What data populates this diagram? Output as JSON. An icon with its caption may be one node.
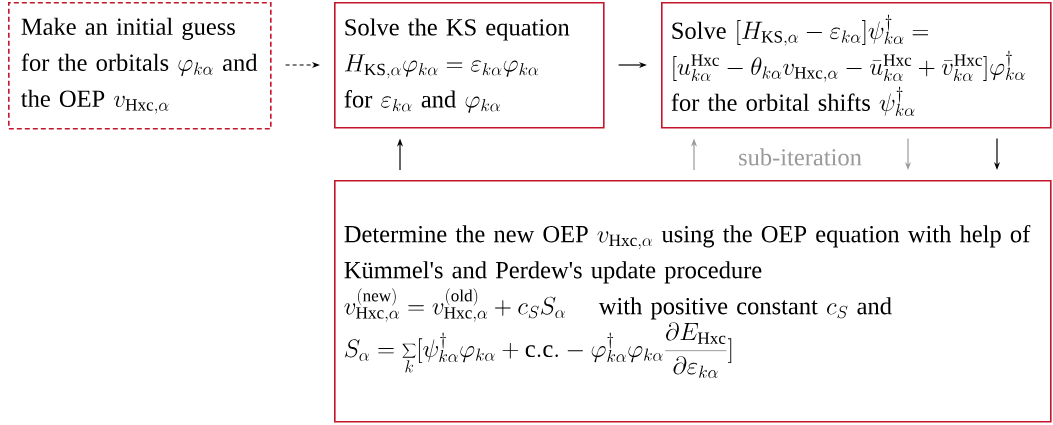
{
  "diagram": {
    "nodes": [
      {
        "text": [
          "Make an initial guess for the orbitals",
          "\\varphi_{k\\alpha}",
          "and the OEP",
          "v_{\\mathrm{Hxc},\\alpha}"
        ]
      },
      {
        "text": [
          "Solve the KS equation",
          "H_{\\mathrm{KS},\\alpha}\\varphi_{k\\alpha} = \\varepsilon_{k\\alpha}\\varphi_{k\\alpha}",
          "for",
          "\\varepsilon_{k\\alpha}",
          "and",
          "\\varphi_{k\\alpha}"
        ]
      },
      {
        "text": [
          "Solve",
          "[H_{\\mathrm{KS},\\alpha} - \\varepsilon_{k\\alpha}]\\psi^{\\dagger}_{k\\alpha} =",
          "[u^{\\mathrm{Hxc}}_{k\\alpha} - \\theta_{k\\alpha} v_{\\mathrm{Hxc},\\alpha} - \\bar{u}^{\\mathrm{Hxc}}_{k\\alpha} + \\bar{v}^{\\mathrm{Hxc}}_{k\\alpha}]\\varphi^{\\dagger}_{k\\alpha}",
          "for the orbital shifts",
          "\\psi^{\\dagger}_{k\\alpha}"
        ]
      },
      {
        "text": [
          "Determine the new OEP",
          "v_{\\mathrm{Hxc},\\alpha}",
          "using the OEP equation with help of Kümmel's and Perdew's update procedure",
          "v^{(\\mathrm{new})}_{\\mathrm{Hxc},\\alpha} = v^{(\\mathrm{old})}_{\\mathrm{Hxc},\\alpha} + c_S S_\\alpha",
          "with positive constant",
          "c_S",
          "and",
          "S_\\alpha = \\sum_k \\Bigl[\\psi^{\\dagger}_{k\\alpha}\\varphi_{k\\alpha} + \\mathrm{c.c.} - \\varphi^{\\dagger}_{k\\alpha}\\varphi_{k\\alpha}\\frac{\\partial E_{\\mathrm{Hxc}}}{\\partial\\varepsilon_{k\\alpha}}\\Bigr]"
        ]
      }
    ],
    "edges": [
      {
        "from": 0,
        "to": 1,
        "arrow": "to",
        "style": "dashed"
      },
      {
        "from": 1,
        "to": 2,
        "arrow": "to"
      },
      {
        "from": 3,
        "to": 1,
        "arrow": "to"
      },
      {
        "from": 3,
        "to": 2,
        "arrow": "to",
        "color": "#999999"
      },
      {
        "from": 2,
        "to": 3,
        "arrow": "to",
        "color": "#999999"
      },
      {
        "from": 2,
        "to": 3,
        "arrow": "to"
      }
    ],
    "labels": [
      "sub-iteration"
    ]
  }
}
